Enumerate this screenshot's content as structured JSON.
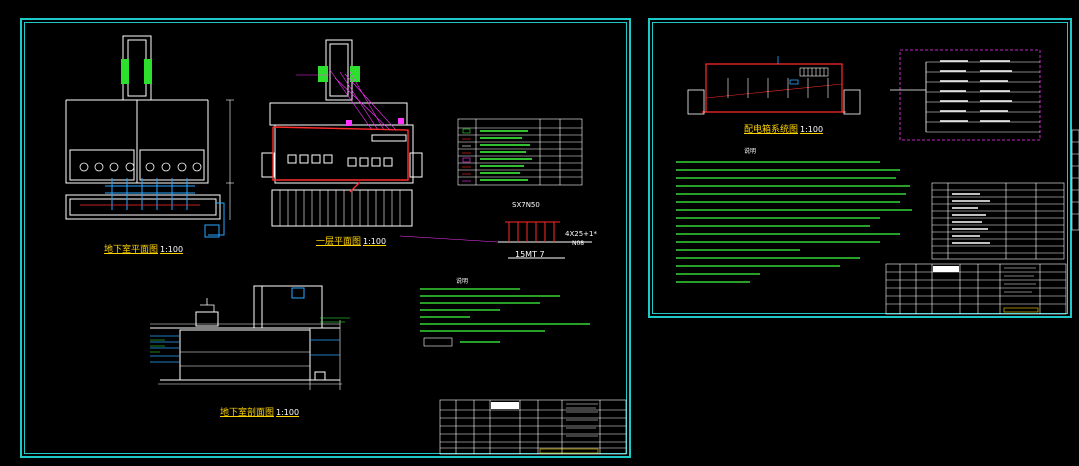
{
  "sheet1": {
    "plan_title": "地下室平面图",
    "plan_scale": "1:100",
    "floor_title": "一层平面图",
    "floor_scale": "1:100",
    "section_title": "地下室剖面图",
    "section_scale": "1:100",
    "notes_heading": "说明",
    "cable_label_top": "SX7N50",
    "cable_label_right": "4X25+1*",
    "cable_label_under": "N08",
    "cable_label_bottom": "15MT 7"
  },
  "sheet2": {
    "diagram_title": "配电箱系统图",
    "diagram_scale": "1:100",
    "notes_heading": "说明"
  },
  "colors": {
    "frame": "#1ec9c9",
    "drawing": "#ffffff",
    "cable": "#ff2a2a",
    "accent": "#ff33ff",
    "title": "#ffd400",
    "notes": "#40ff40",
    "pipe": "#2aa7ff"
  }
}
